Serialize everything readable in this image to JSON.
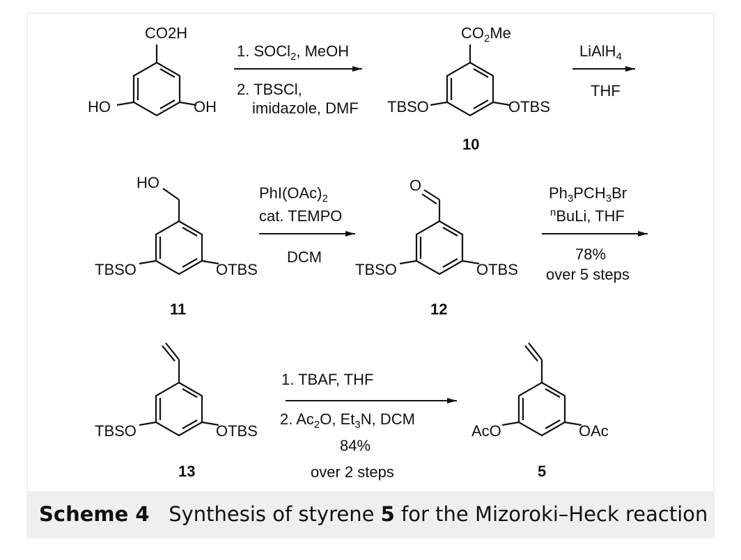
{
  "compounds": {
    "acid": {
      "top": "CO2H",
      "left": "HO",
      "right": "OH"
    },
    "c10": {
      "top": "CO2Me",
      "left": "TBSO",
      "right": "OTBS",
      "number": "10"
    },
    "c11": {
      "top": "HO",
      "left": "TBSO",
      "right": "OTBS",
      "number": "11"
    },
    "c12": {
      "top": "O",
      "left": "TBSO",
      "right": "OTBS",
      "number": "12"
    },
    "c13": {
      "left": "TBSO",
      "right": "OTBS",
      "number": "13"
    },
    "c5": {
      "left": "AcO",
      "right": "OAc",
      "number": "5"
    }
  },
  "arrows": {
    "a1": {
      "above": "1. SOCl2, MeOH",
      "below1": "2. TBSCl,",
      "below2": "imidazole, DMF"
    },
    "a2": {
      "above": "LiAlH4",
      "below": "THF"
    },
    "a3": {
      "above1": "PhI(OAc)2",
      "above2": "cat. TEMPO",
      "below": "DCM"
    },
    "a4": {
      "above1": "Ph3PCH3Br",
      "above2": "nBuLi, THF",
      "below1": "78%",
      "below2": "over 5 steps"
    },
    "a5": {
      "above": "1. TBAF, THF",
      "below1": "2. Ac2O, Et3N, DCM",
      "below2": "84%",
      "below3": "over 2 steps"
    }
  },
  "caption": {
    "label": "Scheme 4",
    "text_before": "Synthesis of styrene",
    "compound": "5",
    "text_after": "for the Mizoroki–Heck reaction"
  }
}
